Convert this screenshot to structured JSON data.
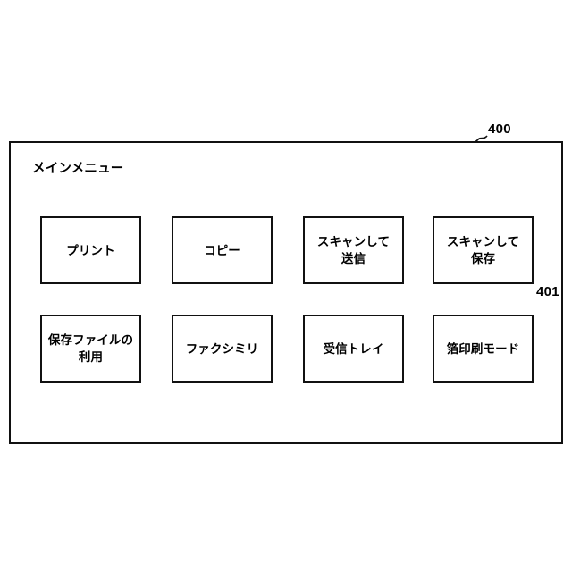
{
  "figure": {
    "panel_title": "メインメニュー",
    "reference_numerals": [
      {
        "id": "400",
        "label": "400",
        "target": "operation-panel-frame"
      },
      {
        "id": "401",
        "label": "401",
        "target": "foil-print-mode-button"
      }
    ]
  },
  "menu": {
    "rows": [
      {
        "buttons": [
          {
            "label": "プリント"
          },
          {
            "label": "コピー"
          },
          {
            "label": "スキャンして\n送信"
          },
          {
            "label": "スキャンして\n保存"
          }
        ]
      },
      {
        "buttons": [
          {
            "label": "保存ファイルの\n利用"
          },
          {
            "label": "ファクシミリ"
          },
          {
            "label": "受信トレイ"
          },
          {
            "label": "箔印刷モード"
          }
        ]
      }
    ]
  },
  "colors": {
    "line": "#111111",
    "background": "#ffffff",
    "text": "#000000"
  }
}
